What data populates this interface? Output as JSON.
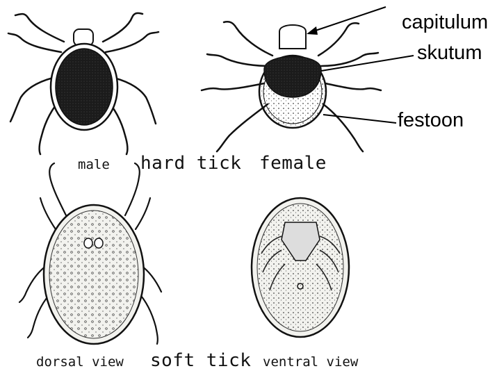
{
  "annotations": {
    "capitulum": "capitulum",
    "skutum": "skutum",
    "festoon": "festoon"
  },
  "hard_tick": {
    "male_caption": "male",
    "title": "hard tick",
    "female_caption": "female"
  },
  "soft_tick": {
    "dorsal_caption": "dorsal view",
    "title": "soft tick",
    "ventral_caption": "ventral view"
  },
  "colors": {
    "ink": "#111111",
    "scutum_fill": "#1a1a1a",
    "body_fill": "#f2f2ee"
  }
}
